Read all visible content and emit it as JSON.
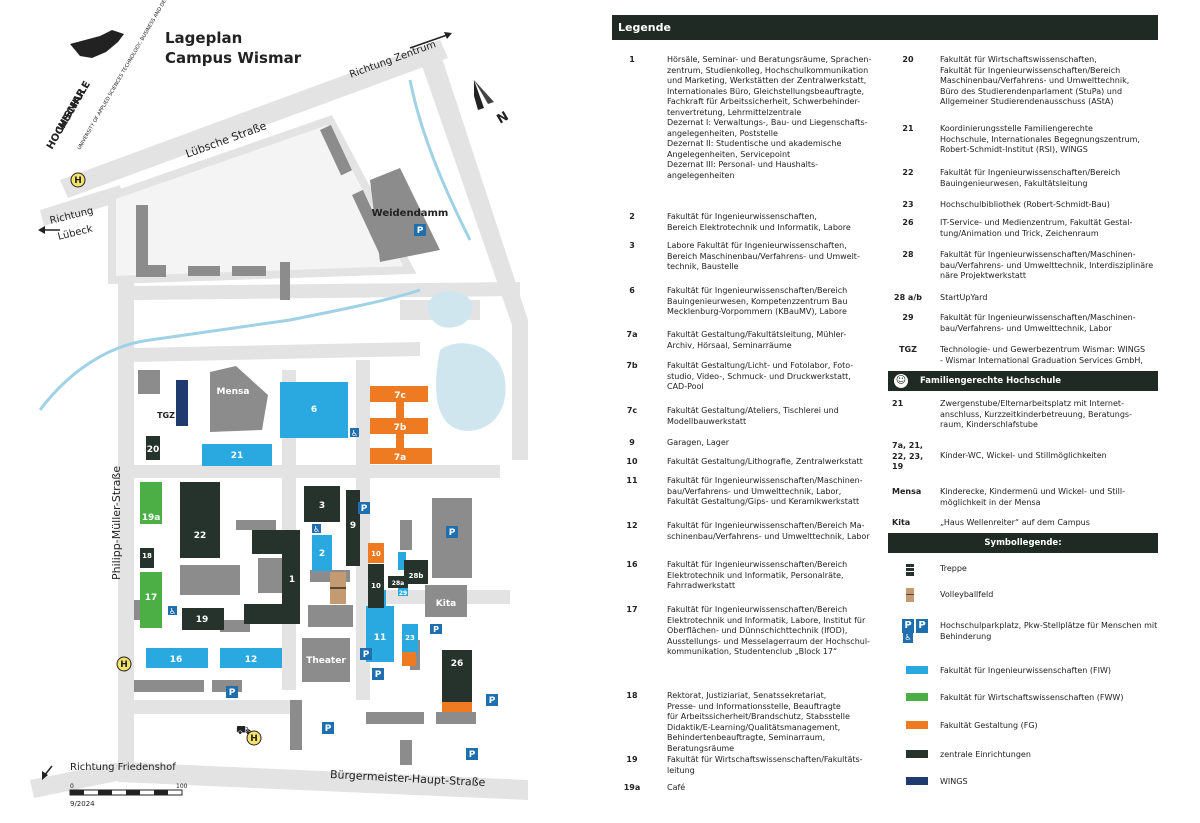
{
  "map": {
    "title_line1": "Lageplan",
    "title_line2": "Campus Wismar",
    "logo": {
      "word1": "HOCHSCHULE",
      "word2": "WISMAR",
      "tagline": "UNIVERSITY OF APPLIED SCIENCES TECHNOLOGY, BUSINESS AND DESIGN"
    },
    "north_label": "N",
    "directions": {
      "zentrum": "Richtung Zentrum",
      "luebeck_line1": "Richtung",
      "luebeck_line2": "Lübeck",
      "friedenshof": "Richtung Friedenshof"
    },
    "streets": {
      "luebsche": "Lübsche Straße",
      "philipp": "Philipp-Müller-Straße",
      "buergermeister": "Bürgermeister-Haupt-Straße"
    },
    "areas": {
      "weidendamm": "Weidendamm",
      "mensa": "Mensa",
      "theater": "Theater",
      "kita": "Kita",
      "tgz": "TGZ"
    },
    "building_labels": [
      "1",
      "2",
      "3",
      "6",
      "7c",
      "7b",
      "7a",
      "9",
      "10",
      "10",
      "11",
      "12",
      "16",
      "17",
      "18",
      "19",
      "19a",
      "20",
      "21",
      "22",
      "23",
      "26",
      "28a",
      "28b",
      "29"
    ],
    "scale_bar": {
      "zero": "0",
      "end": "100",
      "date": "9/2024"
    },
    "symbols": {
      "parking": "P",
      "bus": "H",
      "accessible": "♿",
      "gondola": "⛟"
    },
    "colors": {
      "fiw": "#29a9e0",
      "fww": "#4caf45",
      "fg": "#ee7a22",
      "central": "#26332c",
      "wings": "#1e3a6e",
      "building_grey": "#8c8c8c",
      "road": "#e3e3e3",
      "water": "#cfe6ee",
      "parking_blue": "#1f6fae"
    }
  },
  "legend": {
    "title": "Legende",
    "entries_col1": [
      {
        "num": "1",
        "lines": [
          "Hörsäle, Seminar- und Beratungsräume, Sprachen-",
          "zentrum, Studienkolleg, Hochschulkommunikation",
          "und Marketing, Werkstätten der Zentralwerkstatt,",
          "Internationales Büro, Gleichstellungsbeauftragte,",
          "Fachkraft für Arbeitssicherheit, Schwerbehinder-",
          "tenvertretung, Lehrmittelzentrale",
          "Dezernat I: Verwaltungs-, Bau- und Liegenschafts-",
          "angelegenheiten, Poststelle",
          "Dezernat II: Studentische und akademische",
          "Angelegenheiten, Servicepoint",
          "Dezernat III: Personal- und Haushalts-",
          "angelegenheiten"
        ]
      },
      {
        "num": "2",
        "lines": [
          "Fakultät für Ingenieurwissenschaften,",
          "Bereich Elektrotechnik und Informatik, Labore"
        ]
      },
      {
        "num": "3",
        "lines": [
          "Labore Fakultät für Ingenieurwissenschaften,",
          "Bereich Maschinenbau/Verfahrens- und Umwelt-",
          "technik, Baustelle"
        ]
      },
      {
        "num": "6",
        "lines": [
          "Fakultät für Ingenieurwissenschaften/Bereich",
          "Bauingenieurwesen, Kompetenzzentrum Bau",
          "Mecklenburg-Vorpommern (KBauMV), Labore"
        ]
      },
      {
        "num": "7a",
        "lines": [
          "Fakultät Gestaltung/Fakultätsleitung, Mühler-",
          "Archiv, Hörsaal, Seminarräume"
        ]
      },
      {
        "num": "7b",
        "lines": [
          "Fakultät Gestaltung/Licht- und Fotolabor, Foto-",
          "studio, Video-, Schmuck- und Druckwerkstatt,",
          "CAD-Pool"
        ]
      },
      {
        "num": "7c",
        "lines": [
          "Fakultät Gestaltung/Ateliers, Tischlerei und",
          "Modellbauwerkstatt"
        ]
      },
      {
        "num": "9",
        "lines": [
          "Garagen, Lager"
        ]
      },
      {
        "num": "10",
        "lines": [
          "Fakultät Gestaltung/Lithografie, Zentralwerkstatt"
        ]
      },
      {
        "num": "11",
        "lines": [
          "Fakultät für Ingenieurwissenschaften/Maschinen-",
          "bau/Verfahrens- und Umwelttechnik, Labor,",
          "Fakultät Gestaltung/Gips- und Keramikwerkstatt"
        ]
      },
      {
        "num": "12",
        "lines": [
          "Fakultät für Ingenieurwissenschaften/Bereich Ma-",
          "schinenbau/Verfahrens- und Umwelttechnik, Labor"
        ]
      },
      {
        "num": "16",
        "lines": [
          "Fakultät für Ingenieurwissenschaften/Bereich",
          "Elektrotechnik und Informatik, Personalräte,",
          "Fahrradwerkstatt"
        ]
      },
      {
        "num": "17",
        "lines": [
          "Fakultät für Ingenieurwissenschaften/Bereich",
          "Elektrotechnik und Informatik, Labore, Institut für",
          "Oberflächen- und Dünnschichttechnik (IfOD),",
          "Ausstellungs- und Messelagerraum der Hochschul-",
          "kommunikation, Studentenclub „Block 17“"
        ]
      },
      {
        "num": "18",
        "lines": [
          "Rektorat, Justiziariat, Senatssekretariat,",
          "Presse- und Informationsstelle, Beauftragte",
          "für Arbeitssicherheit/Brandschutz, Stabsstelle",
          "Didaktik/E-Learning/Qualitätsmanagement,",
          "Behindertenbeauftragte, Seminarraum,",
          "Beratungsräume"
        ]
      },
      {
        "num": "19",
        "lines": [
          "Fakultät für Wirtschaftswissenschaften/Fakultäts-",
          "leitung"
        ]
      },
      {
        "num": "19a",
        "lines": [
          "Café"
        ]
      }
    ],
    "entries_col2": [
      {
        "num": "20",
        "lines": [
          "Fakultät für Wirtschaftswissenschaften,",
          "Fakultät für Ingenieurwissenschaften/Bereich",
          "Maschinenbau/Verfahrens- und Umwelttechnik,",
          "Büro des Studierendenparlament (StuPa) und",
          "Allgemeiner Studierendenausschuss (AStA)"
        ]
      },
      {
        "num": "21",
        "lines": [
          "Koordinierungsstelle Familiengerechte",
          "Hochschule, Internationales Begegnungszentrum,",
          "Robert-Schmidt-Institut (RSI), WINGS"
        ]
      },
      {
        "num": "22",
        "lines": [
          "Fakultät für Ingenieurwissenschaften/Bereich",
          "Bauingenieurwesen, Fakultätsleitung"
        ]
      },
      {
        "num": "23",
        "lines": [
          "Hochschulbibliothek (Robert-Schmidt-Bau)"
        ]
      },
      {
        "num": "26",
        "lines": [
          "IT-Service- und Medienzentrum, Fakultät Gestal-",
          "tung/Animation und Trick, Zeichenraum"
        ]
      },
      {
        "num": "28",
        "lines": [
          "Fakultät für Ingenieurwissenschaften/Maschinen-",
          "bau/Verfahrens- und Umwelttechnik, Interdisziplinäre",
          "näre Projektwerkstatt"
        ]
      },
      {
        "num": "28 a/b",
        "lines": [
          "StartUpYard"
        ]
      },
      {
        "num": "29",
        "lines": [
          "Fakultät für Ingenieurwissenschaften/Maschinen-",
          "bau/Verfahrens- und Umwelttechnik, Labor"
        ]
      },
      {
        "num": "TGZ",
        "lines": [
          "Technologie- und Gewerbezentrum Wismar: WINGS",
          "- Wismar International Graduation Services GmbH,"
        ]
      }
    ],
    "family": {
      "title": "Familiengerechte Hochschule",
      "entries": [
        {
          "num": "21",
          "lines": [
            "Zwergenstube/Elternarbeitsplatz mit Internet-",
            "anschluss, Kurzzeitkinderbetreuung, Beratungs-",
            "raum, Kinderschlafstube"
          ]
        },
        {
          "num": "7a, 21, 22, 23, 19",
          "lines": [
            "Kinder-WC, Wickel- und Stillmöglichkeiten"
          ]
        },
        {
          "num": "Mensa",
          "lines": [
            "Kinderecke, Kindermenü und Wickel- und Still-",
            "möglichkeit in der Mensa"
          ]
        },
        {
          "num": "Kita",
          "lines": [
            "„Haus Wellenreiter“ auf dem Campus"
          ]
        }
      ]
    },
    "symbol_legend": {
      "title": "Symbollegende:",
      "items": [
        {
          "label": "Treppe",
          "icon": "stairs-icon"
        },
        {
          "label": "Volleyballfeld",
          "icon": "volleyball-field-icon"
        },
        {
          "label": "Hochschulparkplatz, Pkw-Stellplätze für Menschen mit Behinderung",
          "icon": "parking-icon"
        },
        {
          "label": "Fakultät für Ingenieurwissenschaften (FIW)",
          "color": "#29a9e0"
        },
        {
          "label": "Fakultät für Wirtschaftswissenschaften (FWW)",
          "color": "#4caf45"
        },
        {
          "label": "Fakultät Gestaltung (FG)",
          "color": "#ee7a22"
        },
        {
          "label": "zentrale Einrichtungen",
          "color": "#26332c"
        },
        {
          "label": "WINGS",
          "color": "#1e3a6e"
        }
      ]
    }
  }
}
